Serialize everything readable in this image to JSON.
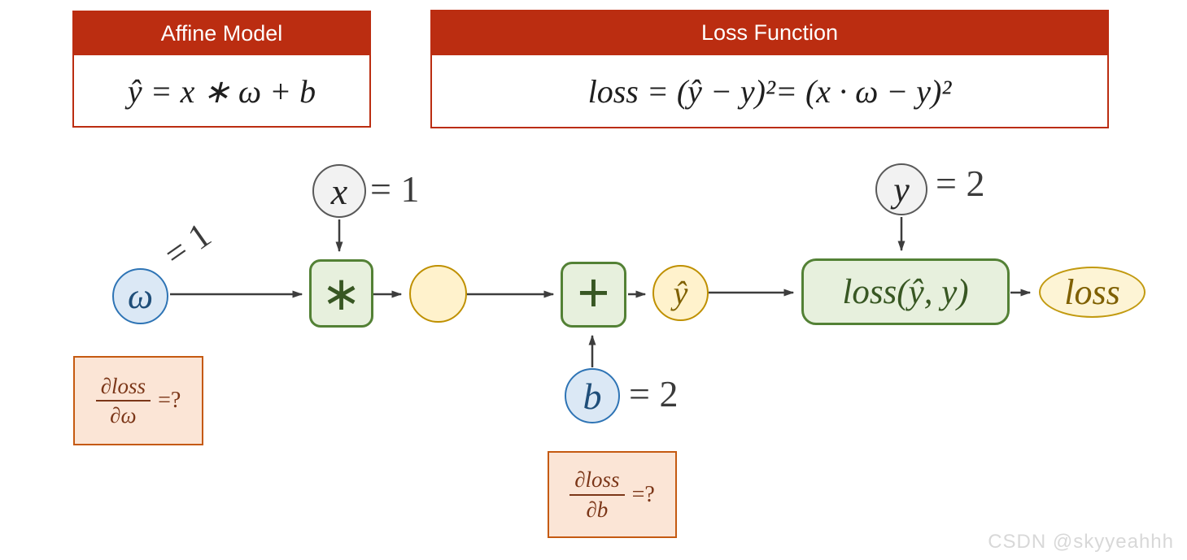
{
  "affine_model": {
    "title": "Affine Model",
    "formula": "ŷ = x ∗ ω + b"
  },
  "loss_function": {
    "title": "Loss Function",
    "formula": "loss = (ŷ − y)²= (x · ω − y)²"
  },
  "graph": {
    "omega": {
      "label": "ω",
      "value": "= 1"
    },
    "x": {
      "label": "x",
      "value": "= 1"
    },
    "multiply": {
      "label": "∗"
    },
    "plus": {
      "label": "+"
    },
    "y_hat": {
      "label": "ŷ"
    },
    "b": {
      "label": "b",
      "value": "= 2"
    },
    "y": {
      "label": "y",
      "value": "= 2"
    },
    "loss_node": {
      "label": "loss(ŷ, y)"
    },
    "loss_output": {
      "label": "loss"
    }
  },
  "gradients": {
    "omega": {
      "numerator": "∂loss",
      "denominator": "∂ω",
      "suffix": "=?"
    },
    "b": {
      "numerator": "∂loss",
      "denominator": "∂b",
      "suffix": "=?"
    }
  },
  "watermark": "CSDN @skyyeahhh",
  "colors": {
    "header_red": "#BB2D11",
    "node_blue_border": "#2E74B5",
    "node_blue_fill": "#DBE8F5",
    "node_gray_border": "#595959",
    "node_gray_fill": "#F2F2F2",
    "node_green_border": "#538135",
    "node_green_fill": "#E7F0DD",
    "node_yellow_border": "#BF9000",
    "node_yellow_fill": "#FFF2CC",
    "gradient_box_border": "#C55A11",
    "gradient_box_fill": "#FBE5D6",
    "arrow": "#3d3d3d"
  }
}
